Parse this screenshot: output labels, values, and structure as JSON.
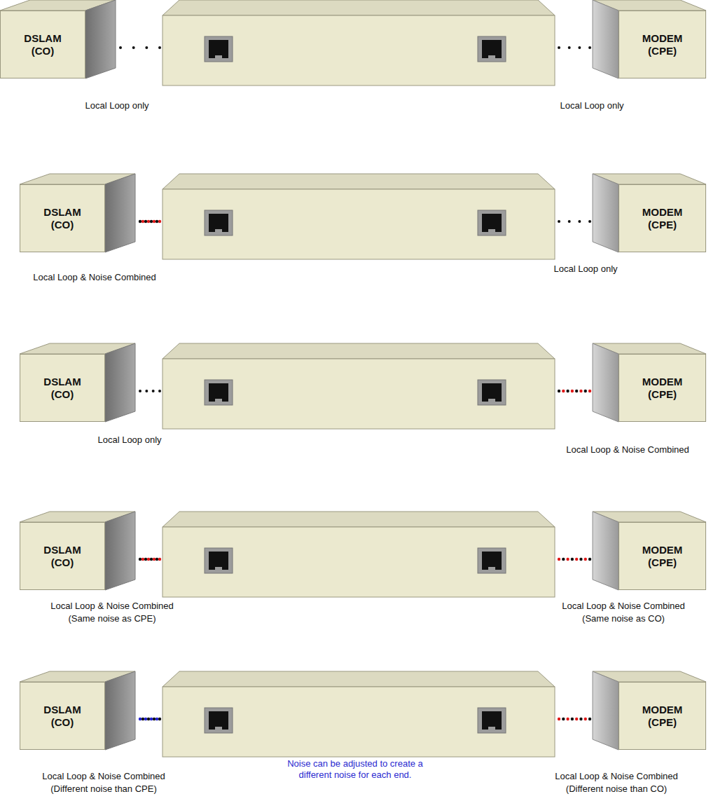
{
  "diagram": {
    "nodes": [
      {
        "text": [
          "DSLAM (CO)"
        ]
      },
      {
        "text": [
          "MODEM (CPE)"
        ]
      },
      {
        "text": [
          "DSLAM (CO)"
        ]
      },
      {
        "text": [
          "MODEM (CPE)"
        ]
      },
      {
        "text": [
          "DSLAM (CO)"
        ]
      },
      {
        "text": [
          "MODEM (CPE)"
        ]
      },
      {
        "text": [
          "DSLAM (CO)"
        ]
      },
      {
        "text": [
          "MODEM (CPE)"
        ]
      },
      {
        "text": [
          "DSLAM (CO)"
        ]
      },
      {
        "text": [
          "MODEM (CPE)"
        ]
      }
    ],
    "labels": [
      "Local Loop only",
      "Local Loop only",
      "Local Loop & Noise Combined",
      "Local Loop only",
      "Local Loop only",
      "Local Loop & Noise Combined",
      "Local Loop & Noise Combined",
      "(Same noise as CPE)",
      "Local Loop & Noise Combined",
      "(Same noise as CO)",
      "Local Loop & Noise Combined",
      "(Different noise than CPE)",
      "Noise can be adjusted to create a different noise for each end.",
      "Local Loop & Noise Combined",
      "(Different noise than CO)"
    ]
  }
}
